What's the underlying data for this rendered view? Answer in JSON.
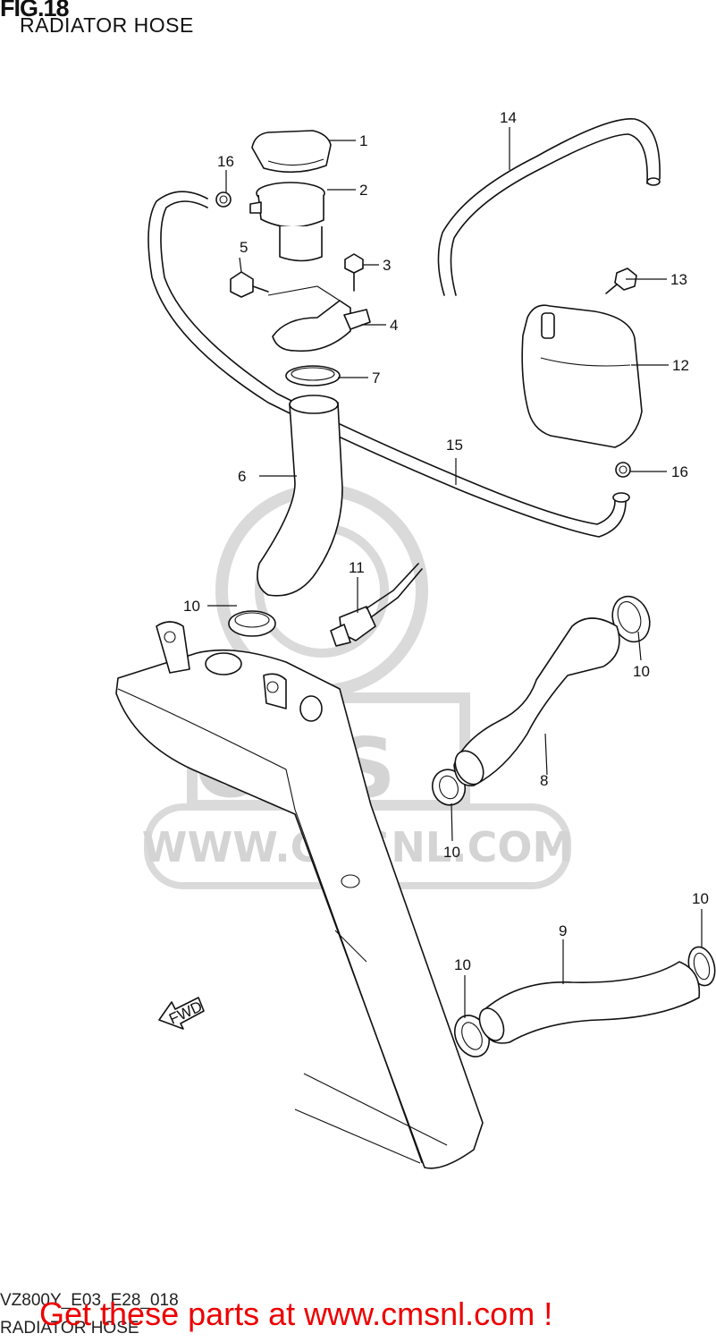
{
  "header": {
    "fig_title": "FIG.18",
    "fig_subtitle": "RADIATOR HOSE"
  },
  "watermark": {
    "brand": "CMS",
    "url": "WWW.CMSNL.COM"
  },
  "direction_arrow": {
    "label": "FWD"
  },
  "callouts": {
    "c1": "1",
    "c2": "2",
    "c3": "3",
    "c4": "4",
    "c5": "5",
    "c6": "6",
    "c7": "7",
    "c8": "8",
    "c9": "9",
    "c10a": "10",
    "c10b": "10",
    "c10c": "10",
    "c10d": "10",
    "c10e": "10",
    "c11": "11",
    "c12": "12",
    "c13": "13",
    "c14": "14",
    "c15": "15",
    "c16a": "16",
    "c16b": "16"
  },
  "footer": {
    "code": "VZ800Y_E03_E28_018",
    "subtitle": "RADIATOR HOSE",
    "promo": "Get these parts at www.cmsnl.com !"
  },
  "colors": {
    "promo": "#ee0000",
    "watermark": "#d6d6d6",
    "lines": "#111111"
  }
}
